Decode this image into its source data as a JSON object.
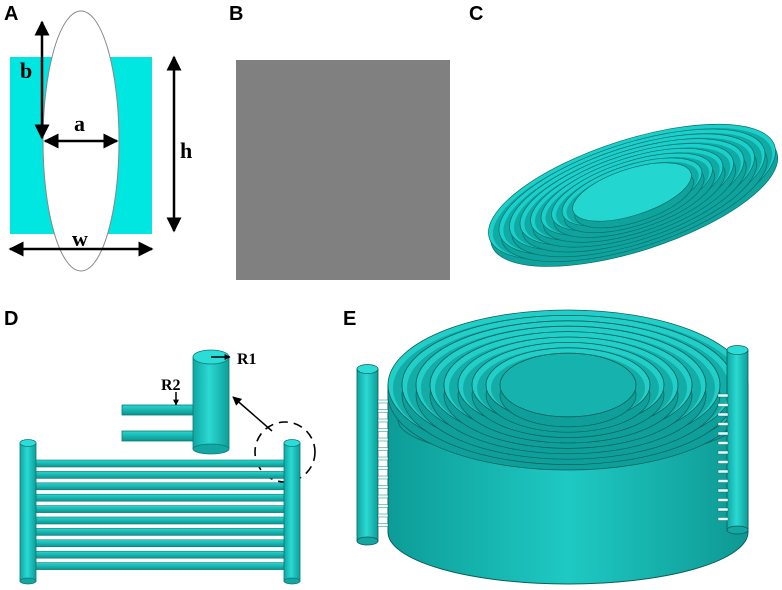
{
  "panels": {
    "A": {
      "label": "A",
      "dimensions": {
        "b": "b",
        "a": "a",
        "h": "h",
        "w": "w"
      },
      "colors": {
        "fill": "#00E6E0",
        "outline": "#888888",
        "arrow": "#000000"
      }
    },
    "B": {
      "label": "B",
      "colors": {
        "square": "#808080"
      }
    },
    "C": {
      "label": "C",
      "ring_count": 9,
      "colors": {
        "ring": "#19D3CE",
        "ring_edge": "#0A6F6B"
      }
    },
    "D": {
      "label": "D",
      "dimensions": {
        "R1": "R1",
        "R2": "R2"
      },
      "tube_count": 10,
      "colors": {
        "tube": "#1FD0CA",
        "tube_edge": "#0B7A76"
      }
    },
    "E": {
      "label": "E",
      "ring_count": 9,
      "colors": {
        "body": "#1AB7B2",
        "ring": "#23CFC9",
        "edge": "#0A5F5C"
      }
    }
  }
}
